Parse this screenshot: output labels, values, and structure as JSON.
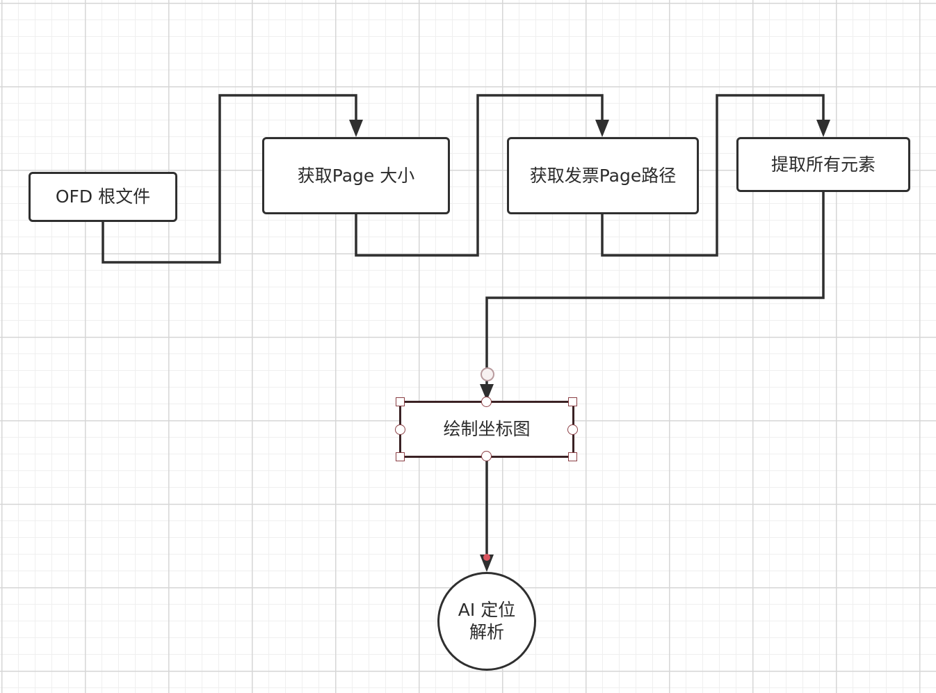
{
  "diagram": {
    "nodes": [
      {
        "id": "ofd-root",
        "label": "OFD 根文件",
        "shape": "rounded-rect"
      },
      {
        "id": "page-size",
        "label": "获取Page 大小",
        "shape": "rounded-rect"
      },
      {
        "id": "invoice-page-path",
        "label": "获取发票Page路径",
        "shape": "rounded-rect"
      },
      {
        "id": "extract-elements",
        "label": "提取所有元素",
        "shape": "rounded-rect"
      },
      {
        "id": "draw-coords",
        "label": "绘制坐标图",
        "shape": "rect",
        "selected": true
      },
      {
        "id": "ai-locate",
        "label": "AI 定位\n解析",
        "shape": "circle"
      }
    ],
    "edges": [
      {
        "from": "ofd-root",
        "to": "page-size"
      },
      {
        "from": "page-size",
        "to": "invoice-page-path"
      },
      {
        "from": "invoice-page-path",
        "to": "extract-elements"
      },
      {
        "from": "extract-elements",
        "to": "draw-coords"
      },
      {
        "from": "draw-coords",
        "to": "ai-locate"
      }
    ]
  },
  "colors": {
    "line": "#2f2f2f",
    "selection": "#8a3d43",
    "endpoint_dot": "#d9545e",
    "grid_major": "#d6d6d6",
    "grid_minor": "#efefef"
  }
}
